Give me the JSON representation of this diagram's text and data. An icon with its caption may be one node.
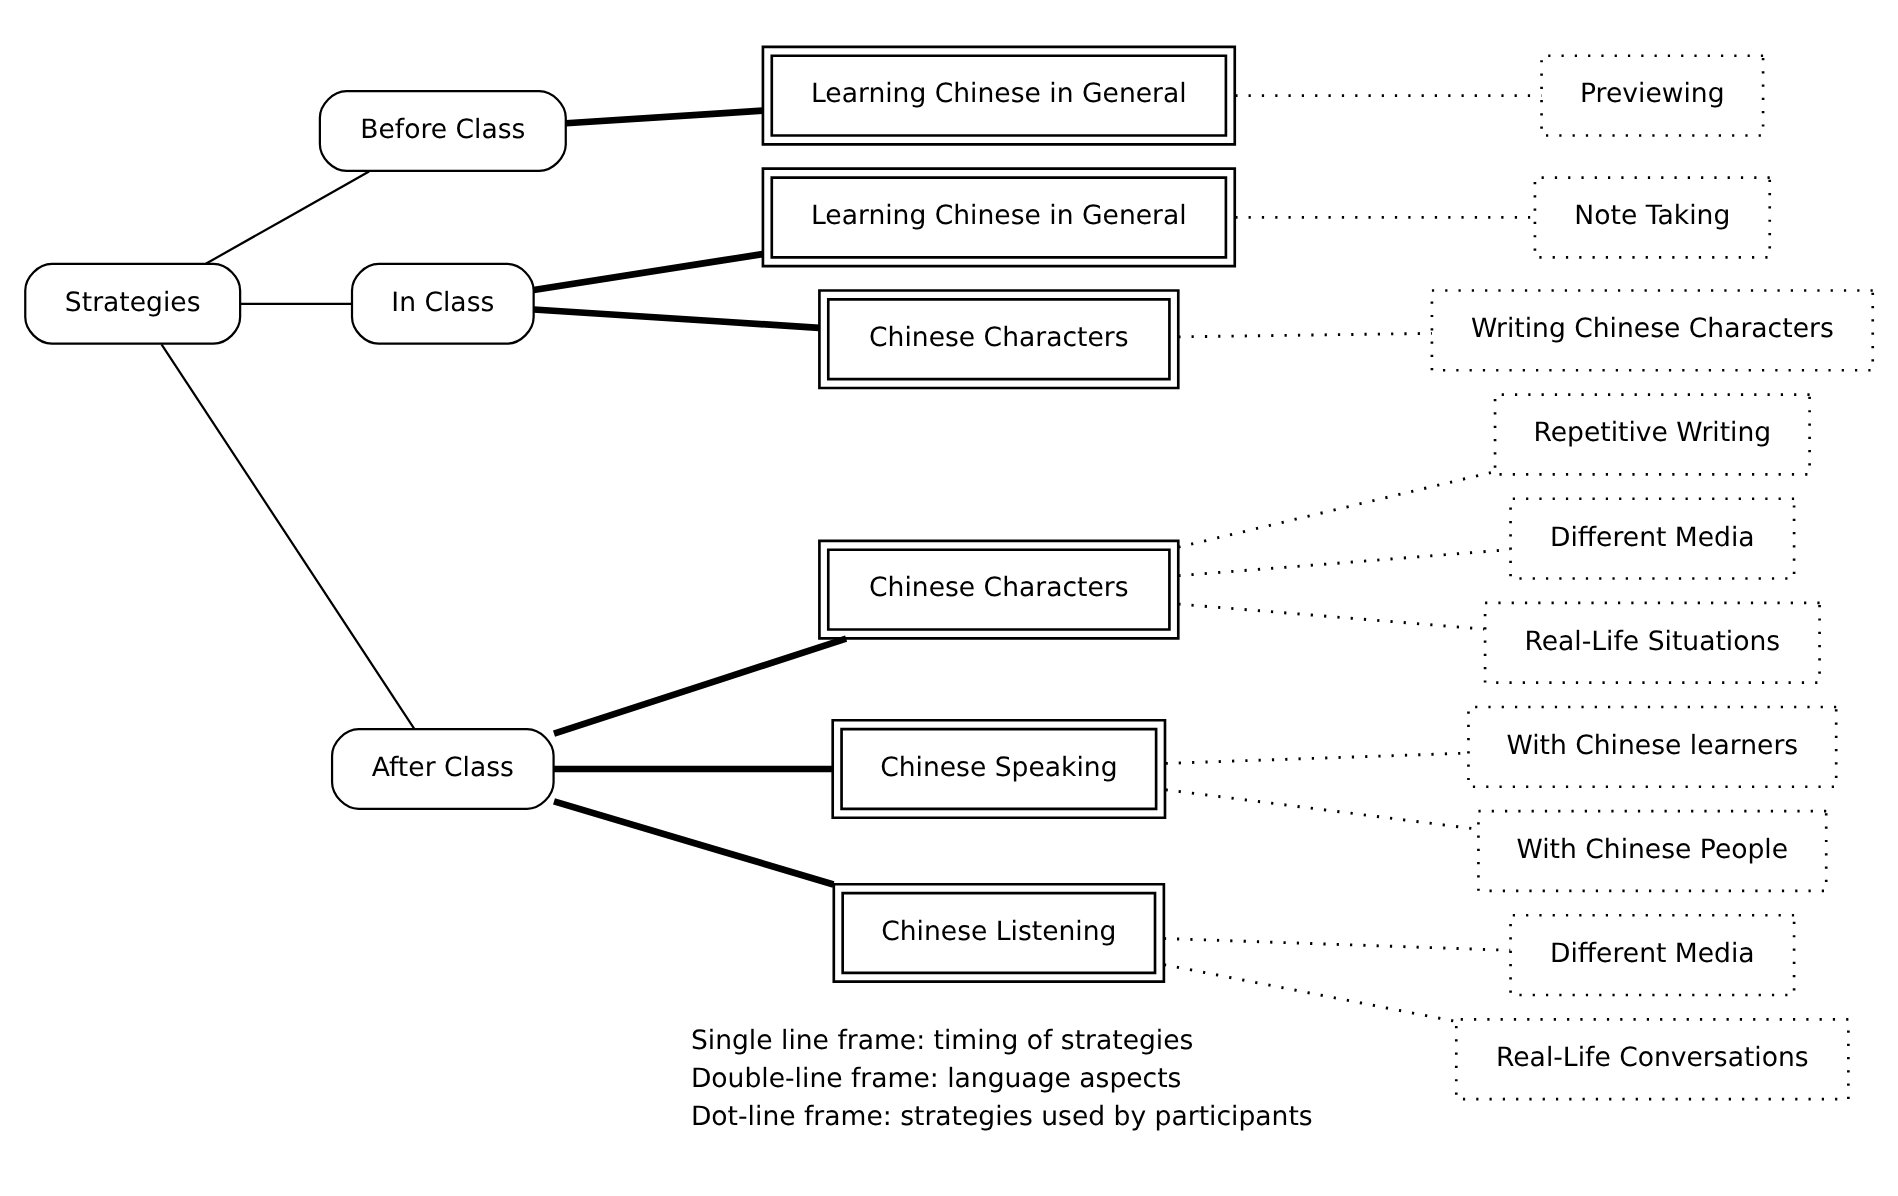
{
  "diagram": {
    "nodes": [
      {
        "text": [
          "Strategies"
        ]
      },
      {
        "text": [
          "Before Class"
        ]
      },
      {
        "text": [
          "In Class"
        ]
      },
      {
        "text": [
          "After Class"
        ]
      },
      {
        "text": [
          "Learning Chinese in General"
        ]
      },
      {
        "text": [
          "Learning Chinese in General"
        ]
      },
      {
        "text": [
          "Chinese Characters"
        ]
      },
      {
        "text": [
          "Chinese Characters"
        ]
      },
      {
        "text": [
          "Chinese Speaking"
        ]
      },
      {
        "text": [
          "Chinese Listening"
        ]
      },
      {
        "text": [
          "Previewing"
        ]
      },
      {
        "text": [
          "Note Taking"
        ]
      },
      {
        "text": [
          "Writing Chinese Characters"
        ]
      },
      {
        "text": [
          "Repetitive Writing"
        ]
      },
      {
        "text": [
          "Different Media"
        ]
      },
      {
        "text": [
          "Real-Life Situations"
        ]
      },
      {
        "text": [
          "With Chinese learners"
        ]
      },
      {
        "text": [
          "With Chinese People"
        ]
      },
      {
        "text": [
          "Different Media"
        ]
      },
      {
        "text": [
          "Real-Life Conversations"
        ]
      }
    ],
    "edges": [
      {
        "from": 0,
        "to": 1,
        "arrow": "none"
      },
      {
        "from": 0,
        "to": 2,
        "arrow": "none"
      },
      {
        "from": 0,
        "to": 3,
        "arrow": "none"
      },
      {
        "from": 1,
        "to": 4,
        "arrow": "none",
        "style": "thick"
      },
      {
        "from": 2,
        "to": 5,
        "arrow": "none",
        "style": "thick"
      },
      {
        "from": 2,
        "to": 6,
        "arrow": "none",
        "style": "thick"
      },
      {
        "from": 3,
        "to": 7,
        "arrow": "none",
        "style": "thick"
      },
      {
        "from": 3,
        "to": 8,
        "arrow": "none",
        "style": "thick"
      },
      {
        "from": 3,
        "to": 9,
        "arrow": "none",
        "style": "thick"
      },
      {
        "from": 4,
        "to": 10,
        "arrow": "none",
        "style": "dashed"
      },
      {
        "from": 5,
        "to": 11,
        "arrow": "none",
        "style": "dashed"
      },
      {
        "from": 6,
        "to": 12,
        "arrow": "none",
        "style": "dashed"
      },
      {
        "from": 7,
        "to": 13,
        "arrow": "none",
        "style": "dashed"
      },
      {
        "from": 7,
        "to": 14,
        "arrow": "none",
        "style": "dashed"
      },
      {
        "from": 7,
        "to": 15,
        "arrow": "none",
        "style": "dashed"
      },
      {
        "from": 8,
        "to": 16,
        "arrow": "none",
        "style": "dashed"
      },
      {
        "from": 8,
        "to": 17,
        "arrow": "none",
        "style": "dashed"
      },
      {
        "from": 9,
        "to": 18,
        "arrow": "none",
        "style": "dashed"
      },
      {
        "from": 9,
        "to": 19,
        "arrow": "none",
        "style": "dashed"
      }
    ],
    "labels": [
      "Single line frame: timing of strategies",
      "Double-line frame: language aspects",
      "Dot-line frame: strategies used by participants"
    ]
  }
}
